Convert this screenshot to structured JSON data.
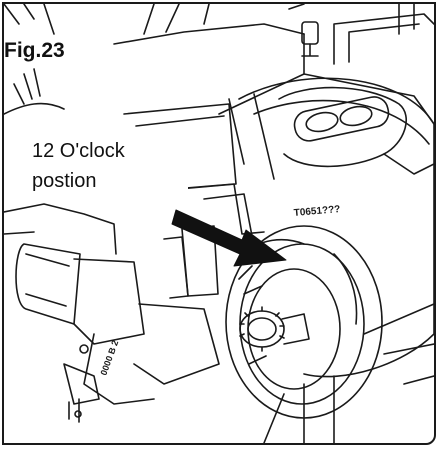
{
  "figure": {
    "label": "Fig.23",
    "callout_line1": "12 O'clock",
    "callout_line2": "postion",
    "accent_color": "#1a1a1a",
    "background_color": "#ffffff",
    "part_number": "T0651???"
  }
}
